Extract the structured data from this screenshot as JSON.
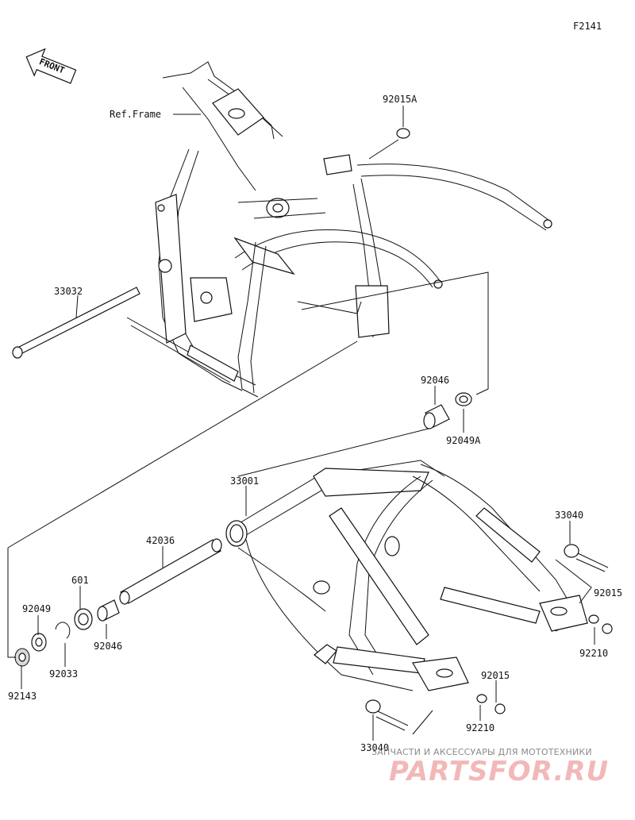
{
  "figure_code": "F2141",
  "front_label": "FRONT",
  "ref_frame_label": "Ref.Frame",
  "callouts": [
    {
      "id": "c-92015A",
      "text": "92015A"
    },
    {
      "id": "c-33032",
      "text": "33032"
    },
    {
      "id": "c-92046-top",
      "text": "92046"
    },
    {
      "id": "c-92049A",
      "text": "92049A"
    },
    {
      "id": "c-33001",
      "text": "33001"
    },
    {
      "id": "c-42036",
      "text": "42036"
    },
    {
      "id": "c-601",
      "text": "601"
    },
    {
      "id": "c-92049",
      "text": "92049"
    },
    {
      "id": "c-92046-bottom",
      "text": "92046"
    },
    {
      "id": "c-92033",
      "text": "92033"
    },
    {
      "id": "c-92143",
      "text": "92143"
    },
    {
      "id": "c-33040-right",
      "text": "33040"
    },
    {
      "id": "c-92015-right",
      "text": "92015"
    },
    {
      "id": "c-92210-right",
      "text": "92210"
    },
    {
      "id": "c-92015-bottom",
      "text": "92015"
    },
    {
      "id": "c-92210-bottom",
      "text": "92210"
    },
    {
      "id": "c-33040-bottom",
      "text": "33040"
    }
  ],
  "watermark": {
    "subtitle": "ЗАПЧАСТИ И АКСЕССУАРЫ ДЛЯ МОТОТЕХНИКИ",
    "brand": "PARTSFOR.RU"
  }
}
